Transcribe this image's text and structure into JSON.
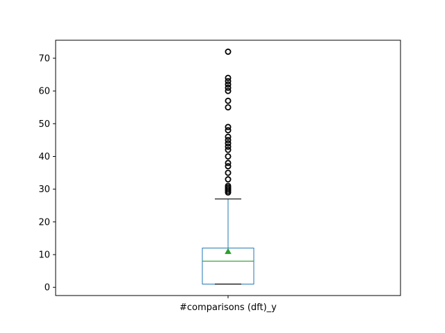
{
  "chart_data": {
    "type": "box",
    "title": "",
    "xlabel": "",
    "ylabel": "",
    "categories": [
      "#comparisons (dft)_y"
    ],
    "ylim": [
      -2.5,
      75.5
    ],
    "yticks": [
      0,
      10,
      20,
      30,
      40,
      50,
      60,
      70
    ],
    "grid": false,
    "box": {
      "min": 1,
      "q1": 1,
      "median": 8,
      "q3": 12,
      "max": 27,
      "mean": 11
    },
    "outliers": [
      29,
      29.5,
      30,
      30.5,
      31,
      33,
      35,
      37,
      38,
      40,
      42,
      43,
      44,
      45,
      46,
      48,
      49,
      55,
      57,
      60,
      61,
      62,
      63,
      64,
      72
    ],
    "colors": {
      "box": "#1f77b4",
      "median": "#2ca02c",
      "mean": "#2ca02c",
      "whisker": "#1f77b4",
      "cap": "#000000",
      "outlier": "#000000"
    }
  }
}
